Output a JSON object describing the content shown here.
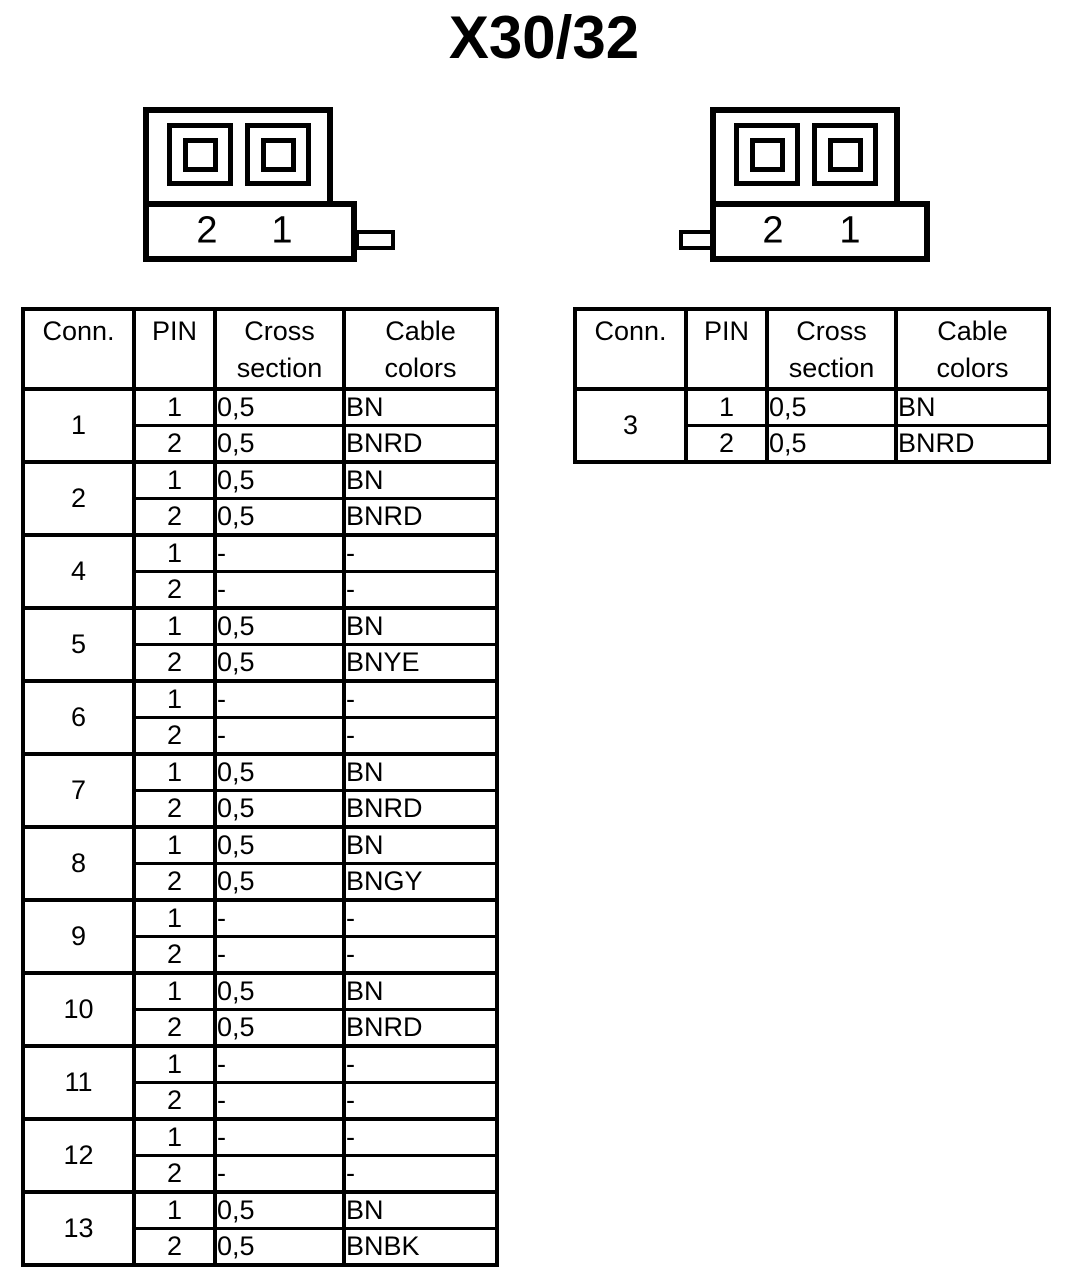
{
  "page": {
    "title": "X30/32",
    "background": "#ffffff",
    "line_color": "#000000"
  },
  "connectors": {
    "left": {
      "pin_labels": [
        "2",
        "1"
      ]
    },
    "right": {
      "pin_labels": [
        "2",
        "1"
      ]
    }
  },
  "left_table": {
    "headers": [
      "Conn.",
      "PIN",
      "Cross\nsection",
      "Cable\ncolors"
    ],
    "groups": [
      {
        "conn": "1",
        "pins": [
          {
            "pin": "1",
            "cross": "0,5",
            "color": "BN"
          },
          {
            "pin": "2",
            "cross": "0,5",
            "color": "BNRD"
          }
        ]
      },
      {
        "conn": "2",
        "pins": [
          {
            "pin": "1",
            "cross": "0,5",
            "color": "BN"
          },
          {
            "pin": "2",
            "cross": "0,5",
            "color": "BNRD"
          }
        ]
      },
      {
        "conn": "4",
        "pins": [
          {
            "pin": "1",
            "cross": "-",
            "color": "-"
          },
          {
            "pin": "2",
            "cross": "-",
            "color": "-"
          }
        ]
      },
      {
        "conn": "5",
        "pins": [
          {
            "pin": "1",
            "cross": "0,5",
            "color": "BN"
          },
          {
            "pin": "2",
            "cross": "0,5",
            "color": "BNYE"
          }
        ]
      },
      {
        "conn": "6",
        "pins": [
          {
            "pin": "1",
            "cross": "-",
            "color": "-"
          },
          {
            "pin": "2",
            "cross": "-",
            "color": "-"
          }
        ]
      },
      {
        "conn": "7",
        "pins": [
          {
            "pin": "1",
            "cross": "0,5",
            "color": "BN"
          },
          {
            "pin": "2",
            "cross": "0,5",
            "color": "BNRD"
          }
        ]
      },
      {
        "conn": "8",
        "pins": [
          {
            "pin": "1",
            "cross": "0,5",
            "color": "BN"
          },
          {
            "pin": "2",
            "cross": "0,5",
            "color": "BNGY"
          }
        ]
      },
      {
        "conn": "9",
        "pins": [
          {
            "pin": "1",
            "cross": "-",
            "color": "-"
          },
          {
            "pin": "2",
            "cross": "-",
            "color": "-"
          }
        ]
      },
      {
        "conn": "10",
        "pins": [
          {
            "pin": "1",
            "cross": "0,5",
            "color": "BN"
          },
          {
            "pin": "2",
            "cross": "0,5",
            "color": "BNRD"
          }
        ]
      },
      {
        "conn": "11",
        "pins": [
          {
            "pin": "1",
            "cross": "-",
            "color": "-"
          },
          {
            "pin": "2",
            "cross": "-",
            "color": "-"
          }
        ]
      },
      {
        "conn": "12",
        "pins": [
          {
            "pin": "1",
            "cross": "-",
            "color": "-"
          },
          {
            "pin": "2",
            "cross": "-",
            "color": "-"
          }
        ]
      },
      {
        "conn": "13",
        "pins": [
          {
            "pin": "1",
            "cross": "0,5",
            "color": "BN"
          },
          {
            "pin": "2",
            "cross": "0,5",
            "color": "BNBK"
          }
        ]
      }
    ]
  },
  "right_table": {
    "headers": [
      "Conn.",
      "PIN",
      "Cross\nsection",
      "Cable\ncolors"
    ],
    "groups": [
      {
        "conn": "3",
        "pins": [
          {
            "pin": "1",
            "cross": "0,5",
            "color": "BN"
          },
          {
            "pin": "2",
            "cross": "0,5",
            "color": "BNRD"
          }
        ]
      }
    ]
  }
}
